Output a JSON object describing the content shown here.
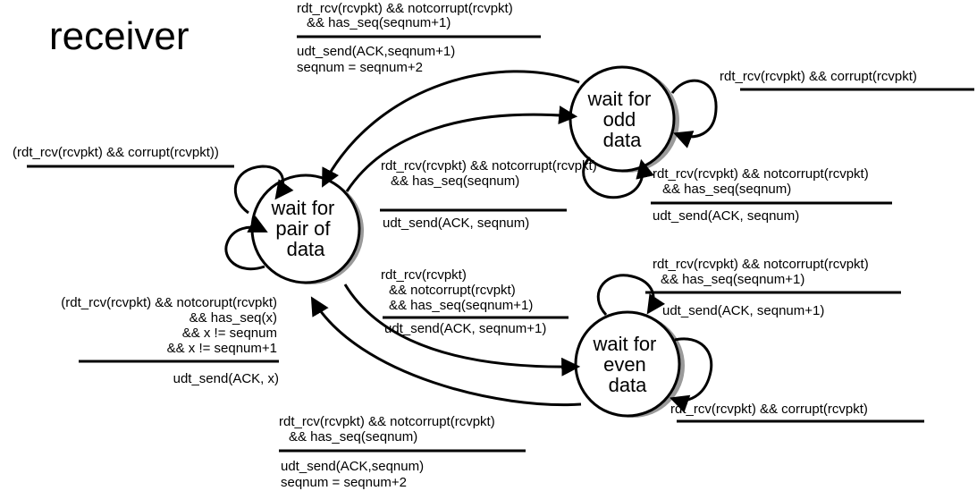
{
  "title": "receiver",
  "states": {
    "pair": [
      "wait for",
      "pair of",
      "data"
    ],
    "odd": [
      "wait for",
      "odd",
      "data"
    ],
    "even": [
      "wait for",
      "even",
      "data"
    ]
  },
  "transitions": {
    "pair_to_odd": {
      "event": [
        "rdt_rcv(rcvpkt) && notcorrupt(rcvpkt)",
        "&& has_seq(seqnum)"
      ],
      "action": [
        "udt_send(ACK, seqnum)"
      ]
    },
    "odd_to_pair": {
      "event": [
        "rdt_rcv(rcvpkt) && notcorrupt(rcvpkt)",
        "&& has_seq(seqnum+1)"
      ],
      "action": [
        "udt_send(ACK,seqnum+1)",
        "seqnum = seqnum+2"
      ]
    },
    "odd_corrupt": {
      "event": [
        "rdt_rcv(rcvpkt) && corrupt(rcvpkt)"
      ],
      "action": []
    },
    "odd_self_seq": {
      "event": [
        "rdt_rcv(rcvpkt) && notcorrupt(rcvpkt)",
        "&& has_seq(seqnum)"
      ],
      "action": [
        "udt_send(ACK, seqnum)"
      ]
    },
    "pair_corrupt": {
      "event": [
        "(rdt_rcv(rcvpkt) && corrupt(rcvpkt))"
      ],
      "action": []
    },
    "pair_other": {
      "event": [
        "(rdt_rcv(rcvpkt) && notcorupt(rcvpkt)",
        "&& has_seq(x)",
        "&& x != seqnum",
        "&& x != seqnum+1"
      ],
      "action": [
        "udt_send(ACK, x)"
      ]
    },
    "pair_to_even": {
      "event": [
        "rdt_rcv(rcvpkt)",
        "&& notcorrupt(rcvpkt)",
        "&& has_seq(seqnum+1)"
      ],
      "action": [
        "udt_send(ACK, seqnum+1)"
      ]
    },
    "even_self_seq1": {
      "event": [
        "rdt_rcv(rcvpkt) && notcorrupt(rcvpkt)",
        "&& has_seq(seqnum+1)"
      ],
      "action": [
        "udt_send(ACK, seqnum+1)"
      ]
    },
    "even_corrupt": {
      "event": [
        "rdt_rcv(rcvpkt) && corrupt(rcvpkt)"
      ],
      "action": []
    },
    "even_to_pair": {
      "event": [
        "rdt_rcv(rcvpkt) && notcorrupt(rcvpkt)",
        "&& has_seq(seqnum)"
      ],
      "action": [
        "udt_send(ACK,seqnum)",
        "seqnum = seqnum+2"
      ]
    }
  }
}
